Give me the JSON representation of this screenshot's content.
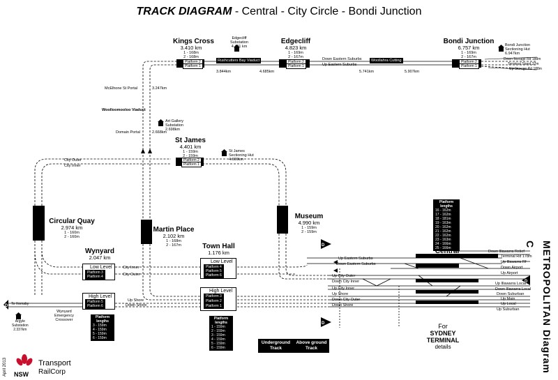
{
  "title": {
    "bold": "TRACK DIAGRAM",
    "rest": " - Central - City Circle - Bondi Junction"
  },
  "stations": {
    "kings_cross": {
      "name": "Kings Cross",
      "dist": "3.410 km",
      "p1": "1 - 168m",
      "p2": "2 - 168m",
      "plat_a": "Platform 2",
      "plat_b": "Platform 1"
    },
    "edgecliff": {
      "name": "Edgecliff",
      "dist": "4.823 km",
      "p1": "1 - 169m",
      "p2": "2 - 167m",
      "plat_a": "Platform 2",
      "plat_b": "Platform 1"
    },
    "bondi": {
      "name": "Bondi Junction",
      "dist": "6.757 km",
      "p1": "1 - 169m",
      "p2": "2 - 167m",
      "plat_a": "Platform 2",
      "plat_b": "Platform 1"
    },
    "st_james": {
      "name": "St James",
      "dist": "4.401 km",
      "p1": "1 - 159m",
      "p2": "2 - 159m",
      "plat_a": "Platform 2",
      "plat_b": "Platform 1"
    },
    "circular_quay": {
      "name": "Circular Quay",
      "dist": "2.974 km",
      "p1": "1 - 160m",
      "p2": "2 - 160m"
    },
    "martin_place": {
      "name": "Martin Place",
      "dist": "2.102 km",
      "p1": "1 - 168m",
      "p2": "2 - 167m"
    },
    "museum": {
      "name": "Museum",
      "dist": "4.990 km",
      "p1": "1 - 159m",
      "p2": "2 - 159m"
    },
    "wynyard": {
      "name": "Wynyard",
      "dist": "2.047 km",
      "low": "Low Level",
      "high": "High Level",
      "pl": [
        "Platform 3",
        "Platform 4",
        "Platform 5",
        "Platform 6"
      ]
    },
    "town_hall": {
      "name": "Town Hall",
      "dist": "1.176 km",
      "low": "Low Level",
      "high": "High Level",
      "pl": [
        "Platform 4",
        "Platform 5",
        "Platform 6",
        "Platform 3",
        "Platform 2",
        "Platform 1"
      ]
    },
    "central": {
      "name": "Central"
    }
  },
  "labels": {
    "edgecliff_sub": "Edgecliff\nSubstation\n4.401 km",
    "rushcutters": "Rushcutters Bay Viaduct",
    "km_3844": "3.844km",
    "km_4685": "4.685km",
    "km_5741": "5.741km",
    "km_5907": "5.907km",
    "woollahra": "Woollahra Cutting",
    "down_es": "Down Eastern Suburbs",
    "up_es": "Up Eastern Suburbs",
    "bj_hut": "Bondi Junction\nSectioning Hut\n6.947km",
    "down_storage": "Down Storage Rd 188m",
    "terminal_stop": "Terminal Stand 37m",
    "up_storage": "Up Storage Rd 188m",
    "mcelhone": "McElhone St Portal",
    "km_3247": "3.247km",
    "woolloomooloo": "Woolloomooloo Viaduct",
    "artgallery": "Art Gallery\nSubstation\n2.698km",
    "domain_portal": "Domain Portal",
    "km_2668": "2.668km",
    "stjames_hut": "St James\nSectioning Hut\n4.600km",
    "city_outer": "City Outer",
    "city_inner": "City Inner",
    "city_inner2": "City Inner",
    "city_outer2": "City Outer",
    "up_shore": "Up Shore",
    "down_shore": "Down Shore",
    "to_hornsby": "To Hornsby",
    "argyle": "Argyle\nSubstation\n2.337km",
    "wynyard_xo": "Wynyard\nEmergency\nCrossover",
    "up_es2": "Up Eastern Suburbs",
    "down_es2": "Down Eastern Suburbs",
    "up_city_outer": "Up City Outer",
    "down_city_inner": "Down City Inner",
    "up_city_inner": "Up City Inner",
    "up_shore2": "Up Shore",
    "down_city_outer": "Down City Outer",
    "down_shore2": "Down Shore",
    "down_illawarra_relief": "Down Illawarra Relief",
    "terminal_rd": "Terminal Rd 178m",
    "up_illawarra_rf": "Up Illawarra Rf",
    "down_airport": "Down Airport",
    "up_airport": "Up Airport",
    "up_illawarra_local": "Up Illawarra Local",
    "down_illawarra_local": "Down Illawarra Local",
    "down_suburban": "Down Suburban",
    "up_main": "Up Main",
    "up_local": "Up Local",
    "up_suburban": "Up Suburban",
    "for_sydney": "For",
    "sydney_terminal": "SYDNEY\nTERMINAL",
    "details": "details",
    "platform_lengths": "Platform lengths"
  },
  "central_lengths": [
    "16 - 162m",
    "17 - 162m",
    "18 - 181m",
    "19 - 163m",
    "20 - 162m",
    "21 - 162m",
    "22 - 162m",
    "23 - 163m",
    "24 - 166m",
    "25 - 166m"
  ],
  "wynyard_lengths": [
    "3 - 159m",
    "4 - 159m",
    "5 - 159m",
    "6 - 159m"
  ],
  "townhall_lengths": [
    "1 - 159m",
    "2 - 159m",
    "3 - 159m",
    "4 - 159m",
    "5 - 159m",
    "6 - 159m"
  ],
  "legend": {
    "underground": "Underground Track",
    "aboveground": "Above ground Track"
  },
  "side": "METROPOLITAN Diagram C",
  "footer": {
    "date": "April 2013",
    "org": "Transport",
    "org2": "RailCorp",
    "nsw": "NSW"
  }
}
